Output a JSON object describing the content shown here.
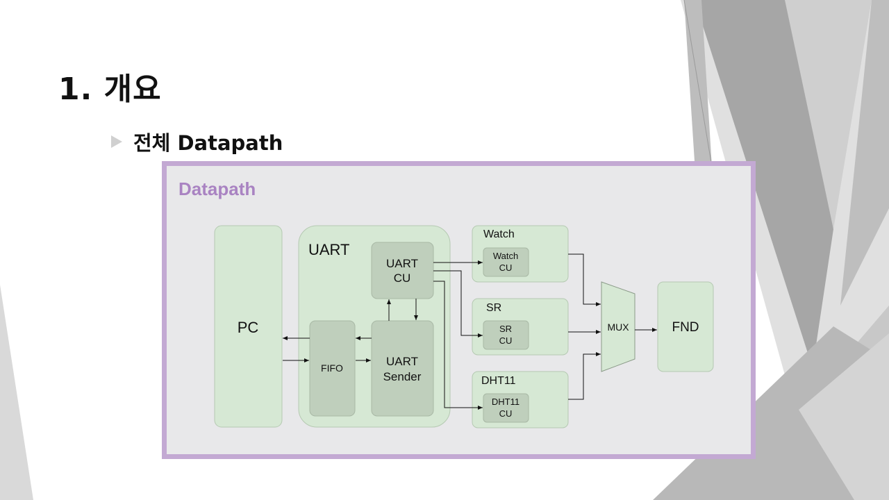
{
  "slide": {
    "title": "1. 개요",
    "bullet": "전체 Datapath"
  },
  "diagram": {
    "frame_label": "Datapath",
    "blocks": {
      "pc": "PC",
      "uart": "UART",
      "uart_cu_line1": "UART",
      "uart_cu_line2": "CU",
      "fifo": "FIFO",
      "uart_sender_line1": "UART",
      "uart_sender_line2": "Sender",
      "watch": "Watch",
      "watch_cu_line1": "Watch",
      "watch_cu_line2": "CU",
      "sr": "SR",
      "sr_cu_line1": "SR",
      "sr_cu_line2": "CU",
      "dht11": "DHT11",
      "dht11_cu_line1": "DHT11",
      "dht11_cu_line2": "CU",
      "mux": "MUX",
      "fnd": "FND"
    }
  },
  "colors": {
    "frame_border": "#c3a9d3",
    "frame_label": "#a983c2",
    "block_light": "#d6e8d4",
    "block_dark": "#bfcfbc"
  }
}
